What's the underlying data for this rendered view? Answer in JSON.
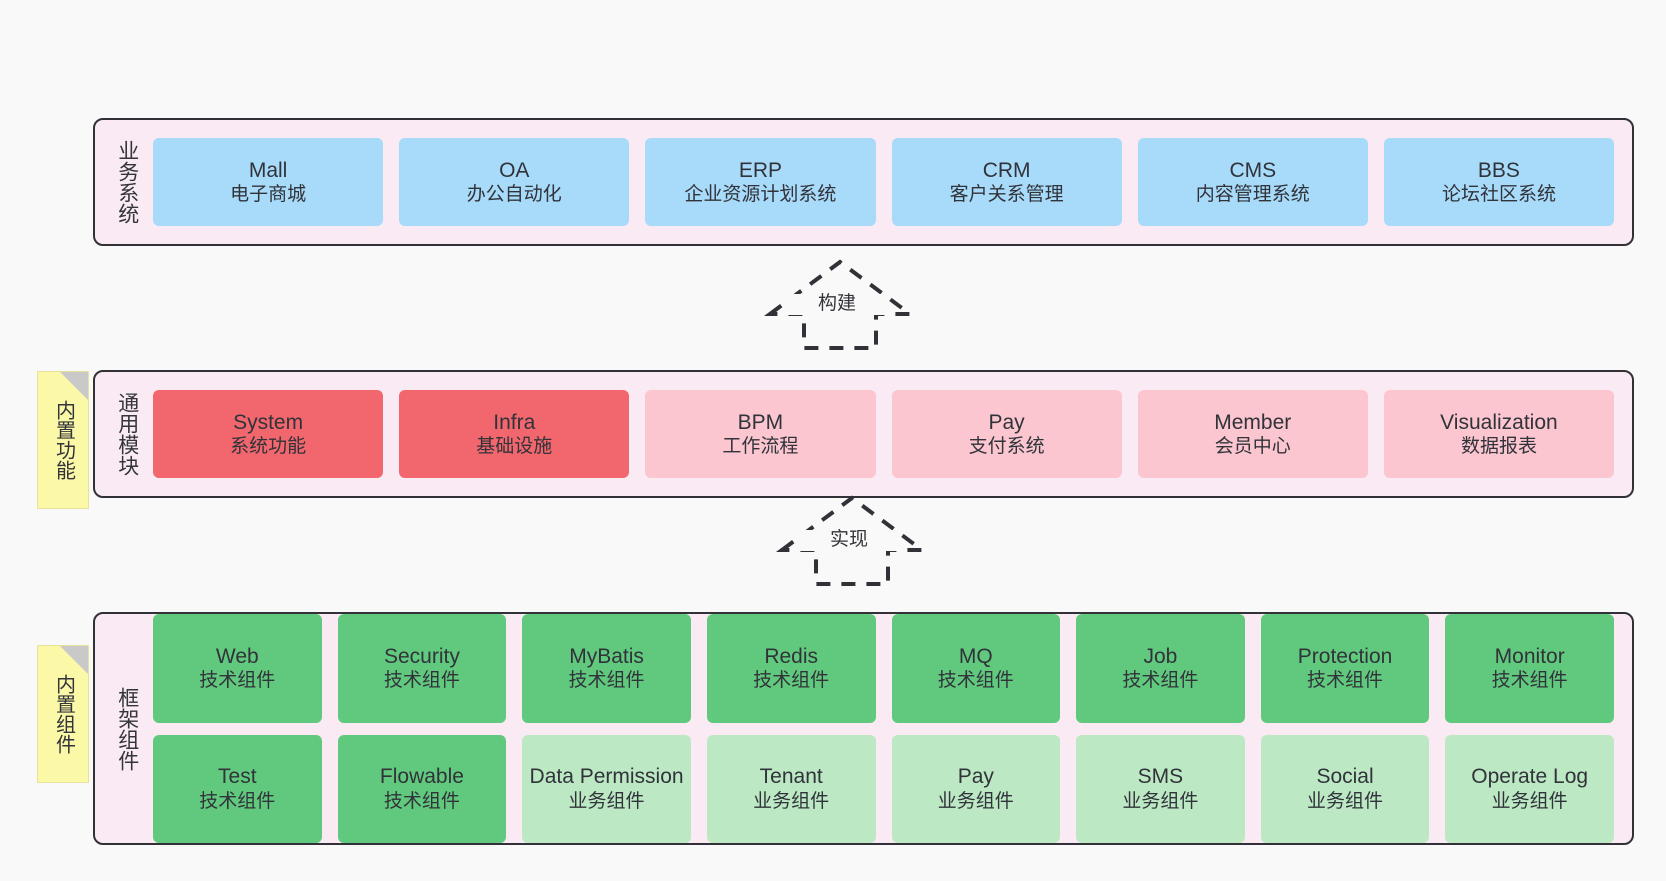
{
  "diagram": {
    "background_color": "#f9f9f9",
    "layer_bg_color": "#faeaf4",
    "layer_border_color": "#333138"
  },
  "layers": [
    {
      "id": "business-system",
      "title": "业务系统",
      "rows": [
        [
          {
            "title": "Mall",
            "sub": "电子商城",
            "color": "#a8daf9"
          },
          {
            "title": "OA",
            "sub": "办公自动化",
            "color": "#a8daf9"
          },
          {
            "title": "ERP",
            "sub": "企业资源计划系统",
            "color": "#a8daf9"
          },
          {
            "title": "CRM",
            "sub": "客户关系管理",
            "color": "#a8daf9"
          },
          {
            "title": "CMS",
            "sub": "内容管理系统",
            "color": "#a8daf9"
          },
          {
            "title": "BBS",
            "sub": "论坛社区系统",
            "color": "#a8daf9"
          }
        ]
      ]
    },
    {
      "id": "common-module",
      "title": "通用模块",
      "rows": [
        [
          {
            "title": "System",
            "sub": "系统功能",
            "color": "#f2666d"
          },
          {
            "title": "Infra",
            "sub": "基础设施",
            "color": "#f2666d"
          },
          {
            "title": "BPM",
            "sub": "工作流程",
            "color": "#fbc6cf"
          },
          {
            "title": "Pay",
            "sub": "支付系统",
            "color": "#fbc6cf"
          },
          {
            "title": "Member",
            "sub": "会员中心",
            "color": "#fbc6cf"
          },
          {
            "title": "Visualization",
            "sub": "数据报表",
            "color": "#fbc6cf"
          }
        ]
      ]
    },
    {
      "id": "framework-component",
      "title": "框架组件",
      "rows": [
        [
          {
            "title": "Web",
            "sub": "技术组件",
            "color": "#61c97e"
          },
          {
            "title": "Security",
            "sub": "技术组件",
            "color": "#61c97e"
          },
          {
            "title": "MyBatis",
            "sub": "技术组件",
            "color": "#61c97e"
          },
          {
            "title": "Redis",
            "sub": "技术组件",
            "color": "#61c97e"
          },
          {
            "title": "MQ",
            "sub": "技术组件",
            "color": "#61c97e"
          },
          {
            "title": "Job",
            "sub": "技术组件",
            "color": "#61c97e"
          },
          {
            "title": "Protection",
            "sub": "技术组件",
            "color": "#61c97e"
          },
          {
            "title": "Monitor",
            "sub": "技术组件",
            "color": "#61c97e"
          }
        ],
        [
          {
            "title": "Test",
            "sub": "技术组件",
            "color": "#61c97e"
          },
          {
            "title": "Flowable",
            "sub": "技术组件",
            "color": "#61c97e"
          },
          {
            "title": "Data Permission",
            "sub": "业务组件",
            "color": "#bce8c4"
          },
          {
            "title": "Tenant",
            "sub": "业务组件",
            "color": "#bce8c4"
          },
          {
            "title": "Pay",
            "sub": "业务组件",
            "color": "#bce8c4"
          },
          {
            "title": "SMS",
            "sub": "业务组件",
            "color": "#bce8c4"
          },
          {
            "title": "Social",
            "sub": "业务组件",
            "color": "#bce8c4"
          },
          {
            "title": "Operate Log",
            "sub": "业务组件",
            "color": "#bce8c4"
          }
        ]
      ]
    }
  ],
  "sticky_notes": [
    {
      "id": "builtin-function",
      "text": "内置功能",
      "color": "#fbf8a8"
    },
    {
      "id": "builtin-component",
      "text": "内置组件",
      "color": "#fbf8a8"
    }
  ],
  "arrows": [
    {
      "id": "build",
      "label": "构建",
      "style": "dashed-hollow-up-arrow"
    },
    {
      "id": "realize",
      "label": "实现",
      "style": "dashed-hollow-up-arrow"
    }
  ]
}
